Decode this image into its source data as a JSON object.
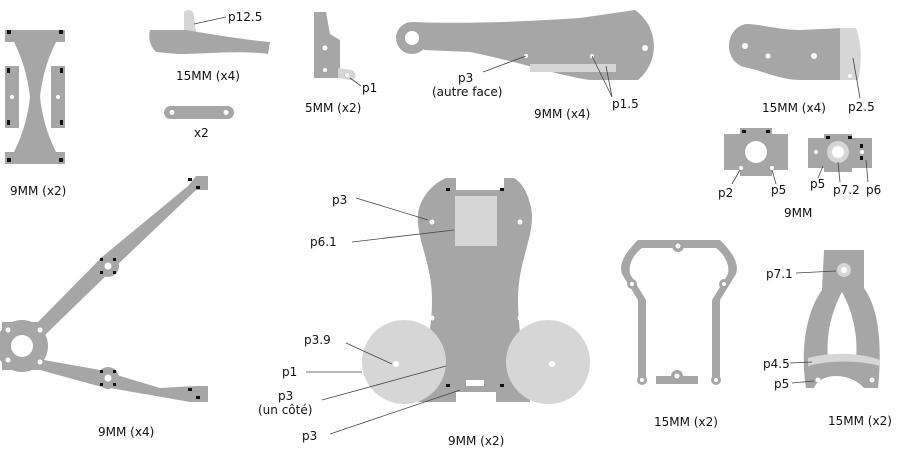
{
  "colors": {
    "part": "#a6a6a6",
    "light": "#d6d6d6",
    "text": "#111111"
  },
  "parts": [
    {
      "id": "frame-9mm-x2",
      "caption": "9MM (x2)",
      "labels": []
    },
    {
      "id": "link-15mm-x4",
      "caption": "15MM (x4)",
      "labels": [
        "p12.5"
      ]
    },
    {
      "id": "bar-x2",
      "caption": "x2",
      "labels": []
    },
    {
      "id": "bracket-5mm-x2",
      "caption": "5MM (x2)",
      "labels": [
        "p1"
      ]
    },
    {
      "id": "arm-9mm-x4",
      "caption": "9MM (x4)",
      "labels": [
        "p3\n(autre face)",
        "p1.5"
      ]
    },
    {
      "id": "paddle-15mm-x4",
      "caption": "15MM (x4)",
      "labels": [
        "p2.5"
      ]
    },
    {
      "id": "plates-9mm",
      "caption": "9MM",
      "labels": [
        "p2",
        "p5",
        "p5",
        "p7.2",
        "p6"
      ]
    },
    {
      "id": "leg-9mm-x4",
      "caption": "9MM (x4)",
      "labels": []
    },
    {
      "id": "body-9mm-x2",
      "caption": "9MM (x2)",
      "labels": [
        "p3",
        "p6.1",
        "p3.9",
        "p1",
        "p3\n(un côté)",
        "p3"
      ]
    },
    {
      "id": "hoop-15mm-x2",
      "caption": "15MM (x2)",
      "labels": []
    },
    {
      "id": "fork-15mm-x2",
      "caption": "15MM (x2)",
      "labels": [
        "p7.1",
        "p4.5",
        "p5"
      ]
    }
  ]
}
